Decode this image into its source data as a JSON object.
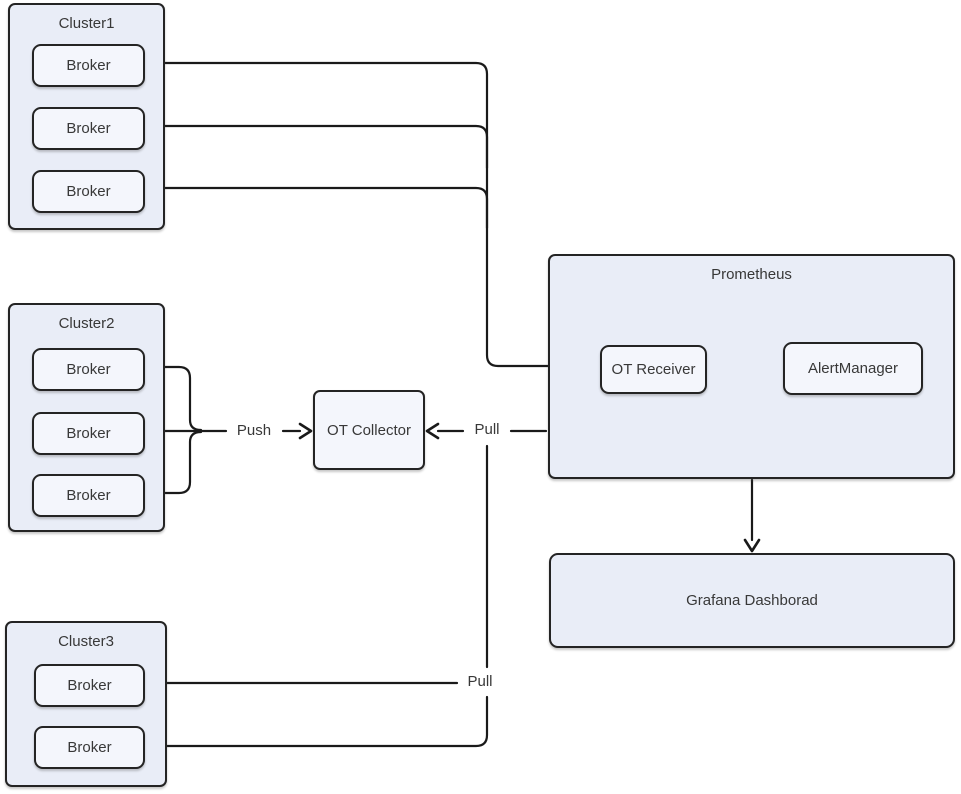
{
  "clusters": [
    {
      "label": "Cluster1",
      "brokers": [
        "Broker",
        "Broker",
        "Broker"
      ]
    },
    {
      "label": "Cluster2",
      "brokers": [
        "Broker",
        "Broker",
        "Broker"
      ]
    },
    {
      "label": "Cluster3",
      "brokers": [
        "Broker",
        "Broker"
      ]
    }
  ],
  "nodes": {
    "ot_collector": {
      "label": "OT Collector"
    },
    "prometheus": {
      "label": "Prometheus"
    },
    "ot_receiver": {
      "label": "OT Receiver"
    },
    "alert_manager": {
      "label": "AlertManager"
    },
    "grafana": {
      "label": "Grafana Dashborad"
    }
  },
  "edge_labels": {
    "push": "Push",
    "pull_upper": "Pull",
    "pull_lower": "Pull"
  },
  "colors": {
    "container_fill": "#e9edf7",
    "node_fill": "#f4f6fc",
    "border": "#242424",
    "line": "#1a1a1a",
    "text": "#383838",
    "background": "#ffffff"
  }
}
